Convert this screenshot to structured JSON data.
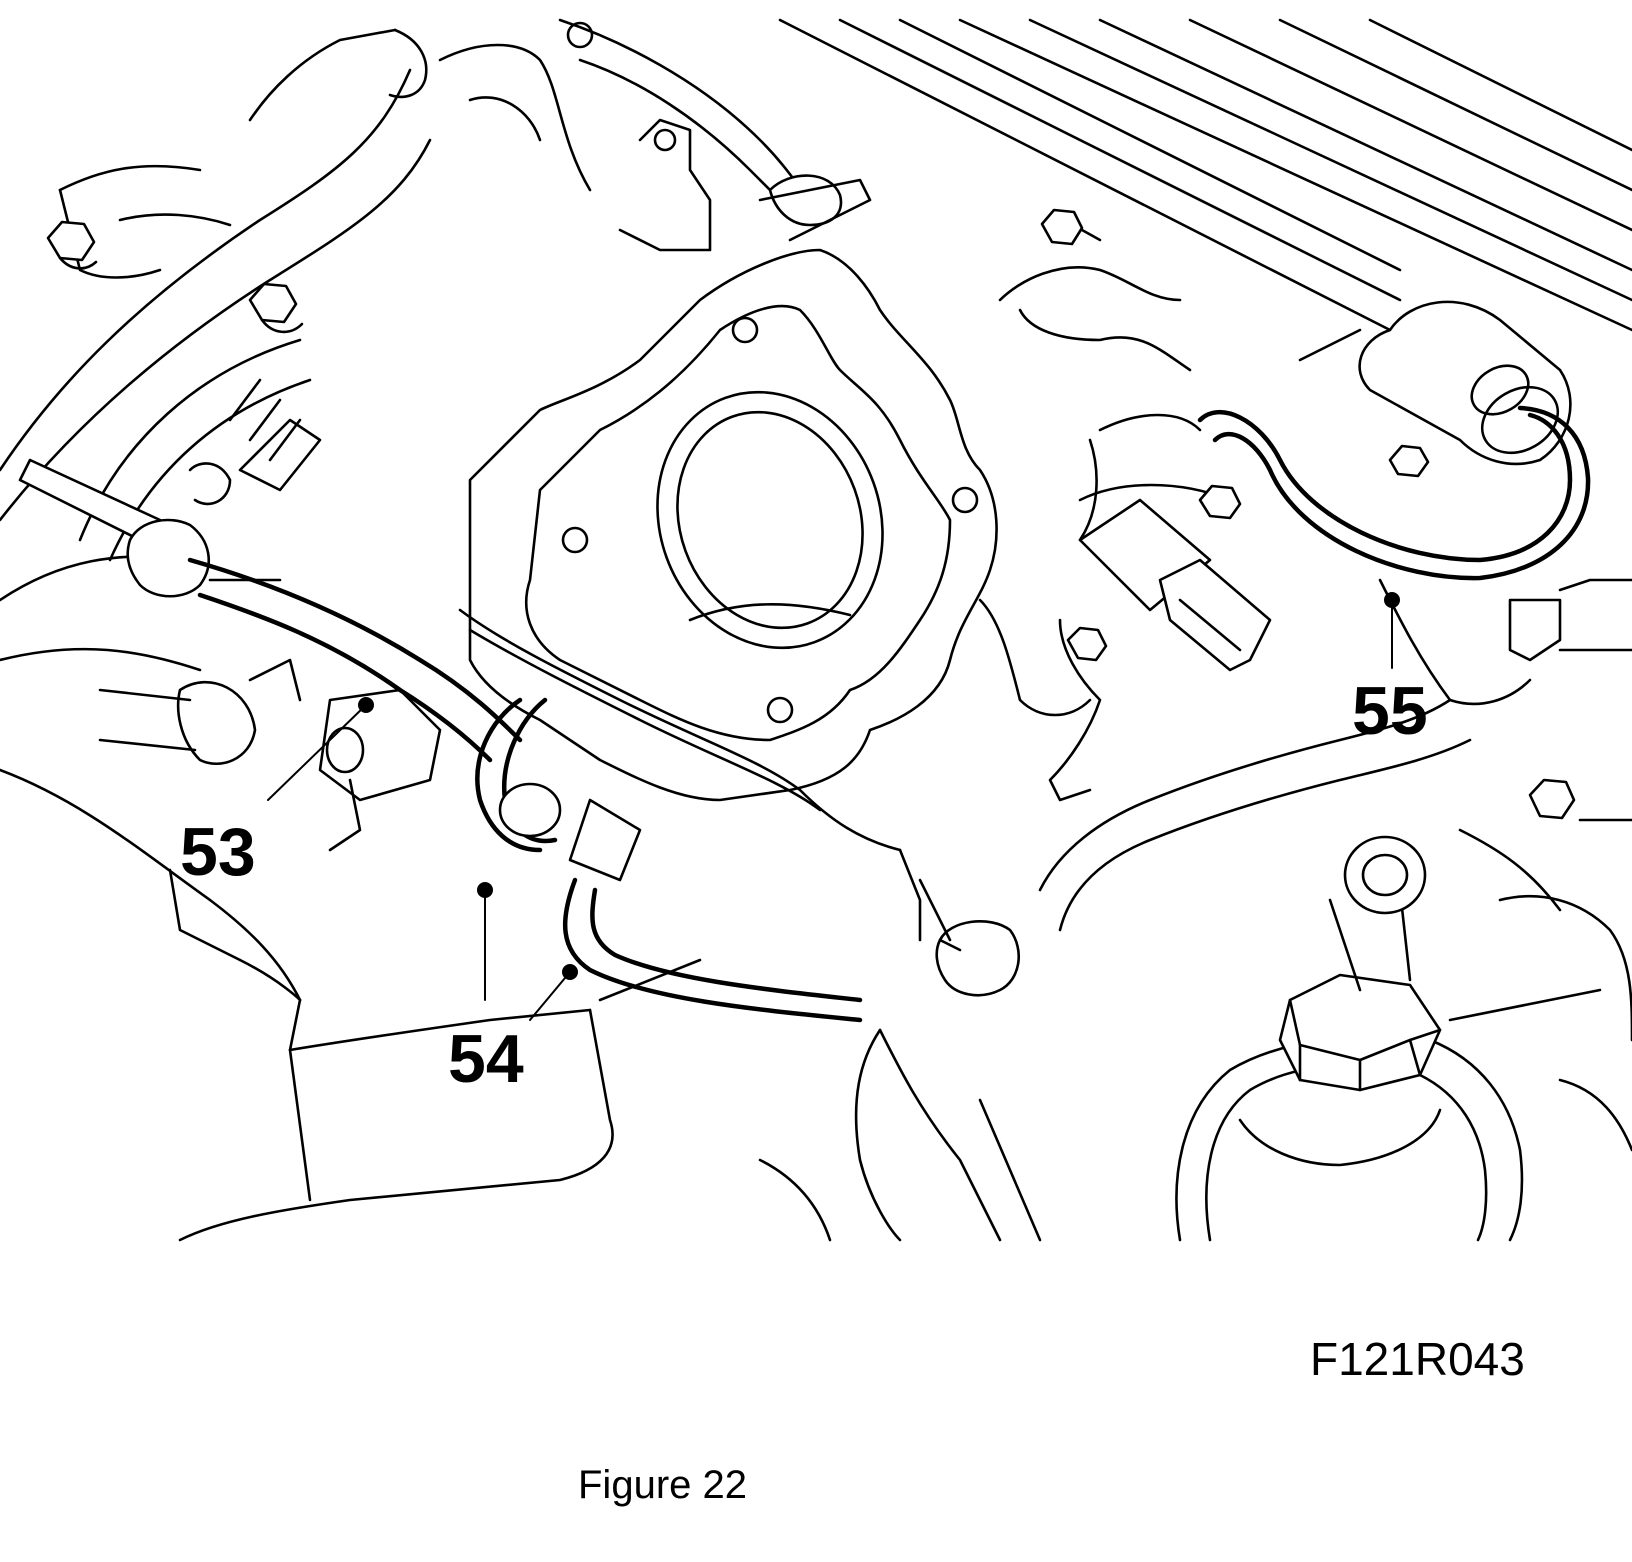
{
  "figure": {
    "caption": "Figure 22",
    "code": "F121R043"
  },
  "callouts": [
    {
      "id": "53",
      "label": "53"
    },
    {
      "id": "54",
      "label": "54"
    },
    {
      "id": "55",
      "label": "55"
    }
  ]
}
